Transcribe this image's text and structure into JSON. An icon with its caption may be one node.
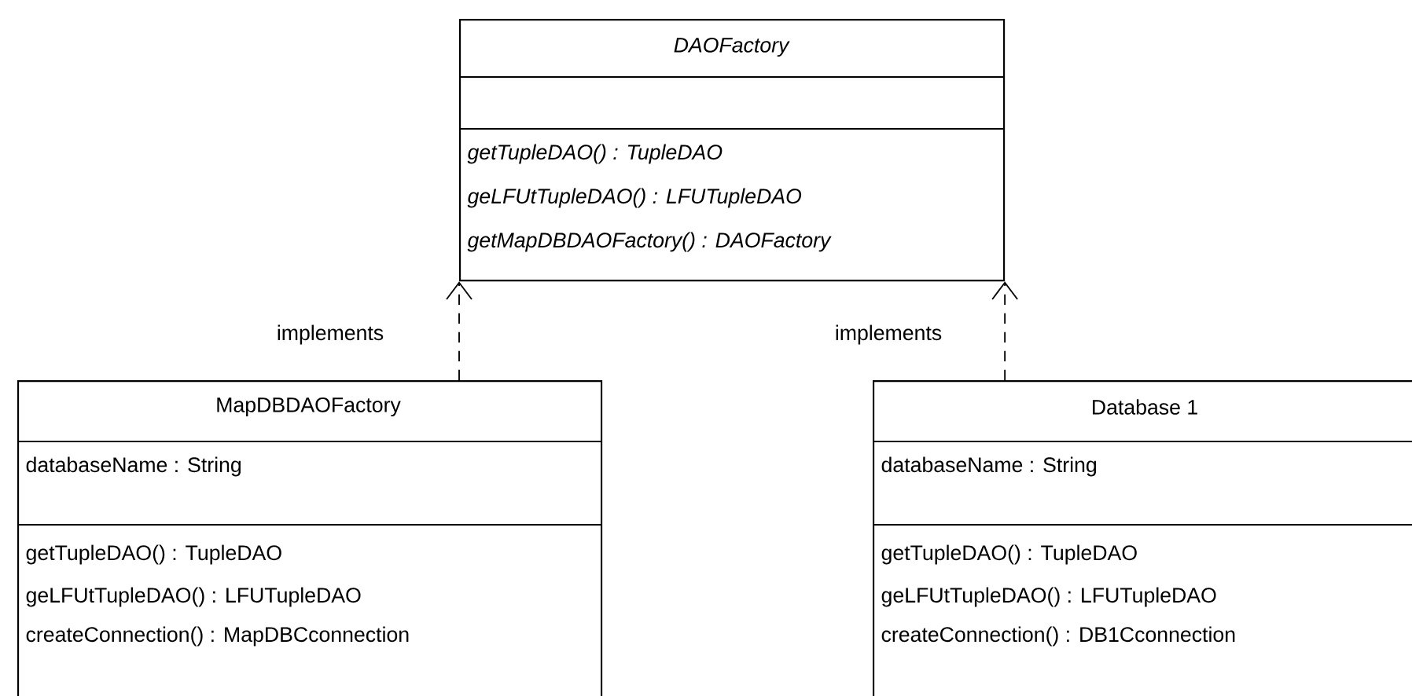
{
  "diagram": {
    "nodes": [
      {
        "text": [
          "DAOFactory",
          "getTupleDAO() : TupleDAO",
          "geLFUtTupleDAO() : LFUTupleDAO",
          "getMapDBDAOFactory() : DAOFactory"
        ]
      },
      {
        "text": [
          "MapDBDAOFactory",
          "databaseName : String",
          "getTupleDAO() : TupleDAO",
          "geLFUtTupleDAO() : LFUTupleDAO",
          "createConnection() : MapDBCconnection"
        ]
      },
      {
        "text": [
          "Database 1",
          "databaseName : String",
          "getTupleDAO() : TupleDAO",
          "geLFUtTupleDAO() : LFUTupleDAO",
          "createConnection() : DB1Cconnection"
        ]
      }
    ],
    "edges": [
      {
        "from": 1,
        "to": 0,
        "arrow": "to",
        "style": "dashed",
        "label": "implements"
      },
      {
        "from": 2,
        "to": 0,
        "arrow": "to",
        "style": "dashed",
        "label": "implements"
      }
    ]
  }
}
